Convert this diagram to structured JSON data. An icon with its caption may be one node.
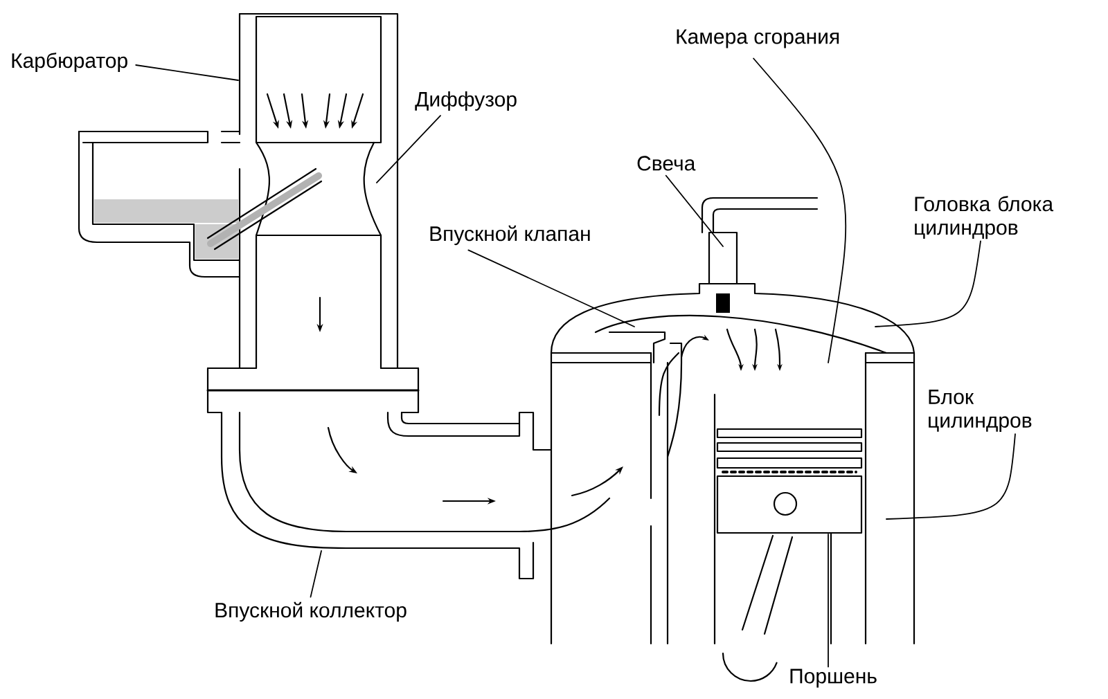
{
  "diagram": {
    "nodes": [
      {
        "text": [
          "Карбюратор"
        ]
      },
      {
        "text": [
          "Камера сгорания"
        ]
      },
      {
        "text": [
          "Диффузор"
        ]
      },
      {
        "text": [
          "Свеча"
        ]
      },
      {
        "text": [
          "Головка блока цилиндров"
        ]
      },
      {
        "text": [
          "Впускной клапан"
        ]
      },
      {
        "text": [
          "Блок цилиндров"
        ]
      },
      {
        "text": [
          "Впускной коллектор"
        ]
      },
      {
        "text": [
          "Поршень"
        ]
      }
    ],
    "edges": [
      {
        "from": 0,
        "to": null,
        "arrow": "none"
      },
      {
        "from": 1,
        "to": null,
        "arrow": "none"
      },
      {
        "from": 2,
        "to": null,
        "arrow": "none"
      },
      {
        "from": 3,
        "to": null,
        "arrow": "none"
      },
      {
        "from": 4,
        "to": null,
        "arrow": "none"
      },
      {
        "from": 5,
        "to": null,
        "arrow": "none"
      },
      {
        "from": 6,
        "to": null,
        "arrow": "none"
      },
      {
        "from": 7,
        "to": null,
        "arrow": "none"
      },
      {
        "from": 8,
        "to": null,
        "arrow": "none"
      }
    ]
  }
}
